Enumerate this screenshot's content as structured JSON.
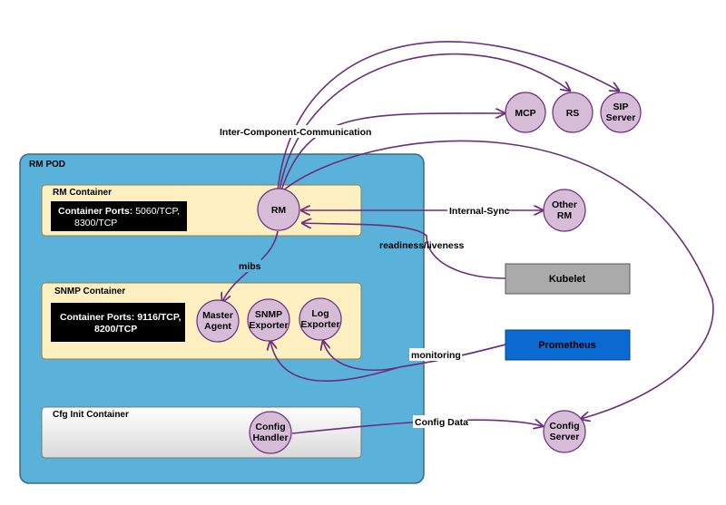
{
  "pod": {
    "title": "RM POD",
    "fill": "#5ab2da",
    "stroke": "#3a6a86"
  },
  "containers": {
    "rm": {
      "title": "RM Container",
      "ports_label": "Container Ports:",
      "ports_line1": "5060/TCP,",
      "ports_line2": "8300/TCP"
    },
    "snmp": {
      "title": "SNMP Container",
      "ports_label": "Container Ports:",
      "ports_line1": "9116/TCP,",
      "ports_line2": "8200/TCP"
    },
    "cfg": {
      "title": "Cfg Init Container"
    }
  },
  "nodes": {
    "rm": {
      "label1": "RM",
      "label2": ""
    },
    "master_agent": {
      "label1": "Master",
      "label2": "Agent"
    },
    "snmp_exporter": {
      "label1": "SNMP",
      "label2": "Exporter"
    },
    "log_exporter": {
      "label1": "Log",
      "label2": "Exporter"
    },
    "config_handler": {
      "label1": "Config",
      "label2": "Handler"
    },
    "mcp": {
      "label1": "MCP",
      "label2": ""
    },
    "rs": {
      "label1": "RS",
      "label2": ""
    },
    "sip_server": {
      "label1": "SIP",
      "label2": "Server"
    },
    "other_rm": {
      "label1": "Other",
      "label2": "RM"
    },
    "config_server": {
      "label1": "Config",
      "label2": "Server"
    }
  },
  "external": {
    "kubelet": {
      "label": "Kubelet",
      "fill": "#aaaaaa"
    },
    "prometheus": {
      "label": "Prometheus",
      "fill": "#0a6ad2"
    }
  },
  "edges": {
    "inter_component": "Inter-Component-Communication",
    "internal_sync": "Internal-Sync",
    "readiness": "readiness/liveness",
    "mibs": "mibs",
    "monitoring": "monitoring",
    "config_data": "Config Data"
  },
  "colors": {
    "node_fill": "#d7bcd8",
    "node_stroke": "#6b2e7a",
    "edge": "#6b2e7a",
    "container_fill": "#fff0c2",
    "port_box": "#000000"
  }
}
